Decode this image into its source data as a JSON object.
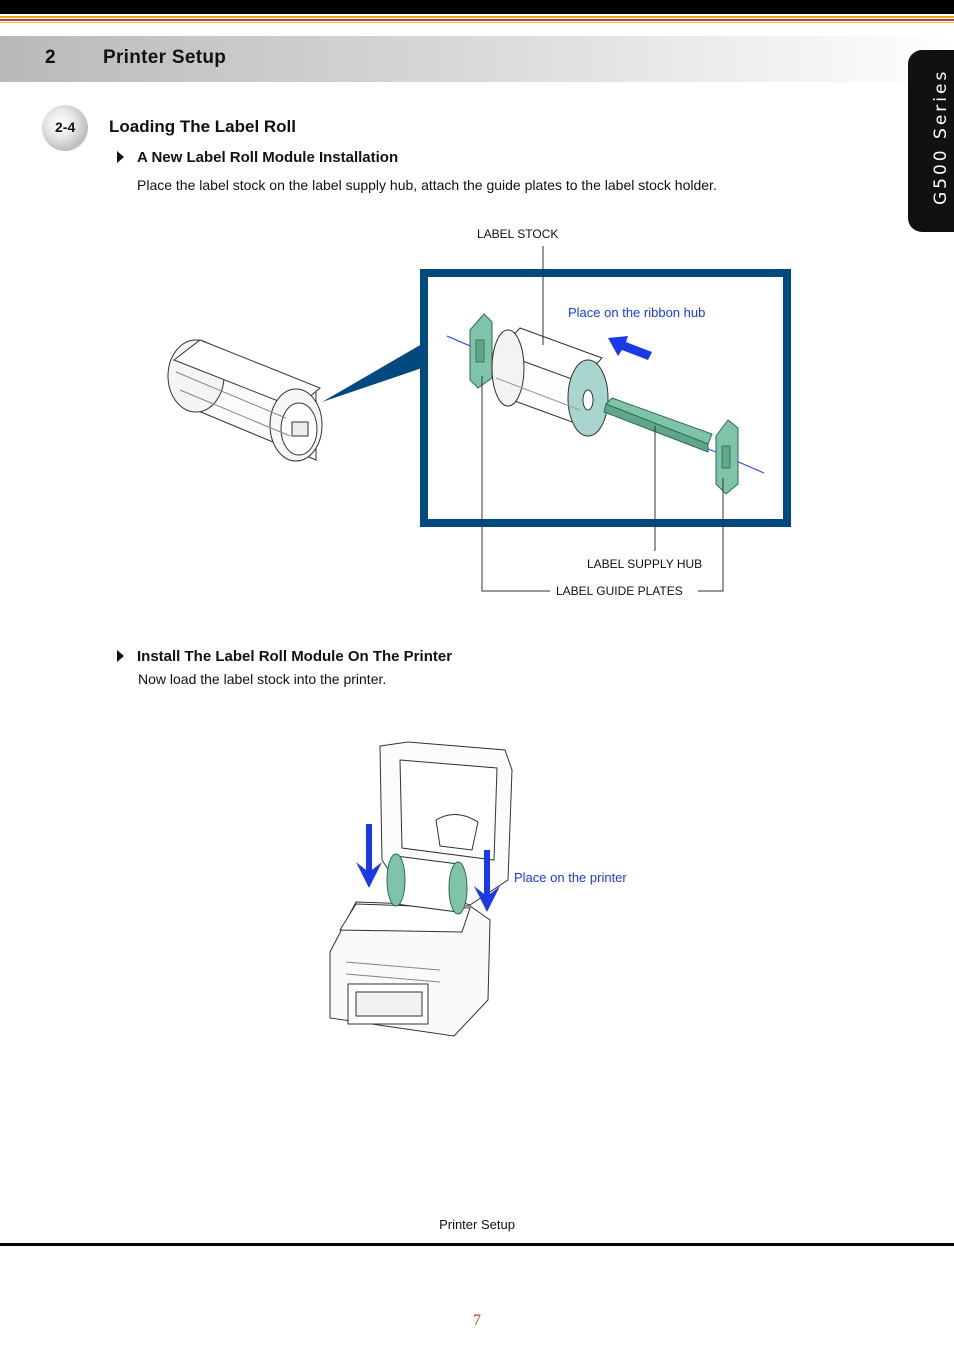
{
  "header": {
    "chapter_number": "2",
    "chapter_title": "Printer Setup",
    "series_tab": "G500 Series"
  },
  "section": {
    "number": "2-4",
    "title": "Loading The Label Roll"
  },
  "subsection1": {
    "title": "A New Label Roll Module Installation",
    "body": "Place the label stock on the label supply hub, attach the guide plates to the label stock holder."
  },
  "figure1": {
    "labels": {
      "label_stock": "LABEL STOCK",
      "ribbon_hub": "Place on the ribbon hub",
      "supply_hub": "LABEL SUPPLY HUB",
      "guide_plates": "LABEL GUIDE PLATES"
    },
    "colors": {
      "frame": "#004a80",
      "plate": "#7fc4a8",
      "arrow": "#1a3ae8"
    }
  },
  "subsection2": {
    "title": "Install The Label Roll Module On The Printer",
    "body": "Now load the label stock into the printer."
  },
  "figure2": {
    "labels": {
      "place_printer": "Place on the printer"
    }
  },
  "footer": {
    "label": "Printer Setup",
    "page_number": "7"
  }
}
